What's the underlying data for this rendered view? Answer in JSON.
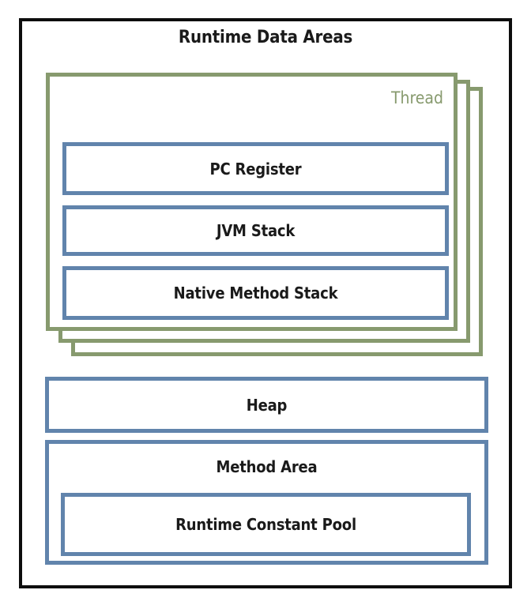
{
  "diagram": {
    "title": "Runtime Data Areas",
    "thread": {
      "label": "Thread",
      "stack_count": 3,
      "boxes": [
        {
          "label": "PC Register"
        },
        {
          "label": "JVM Stack"
        },
        {
          "label": "Native Method Stack"
        }
      ]
    },
    "shared": [
      {
        "label": "Heap"
      },
      {
        "label": "Method Area",
        "children": [
          {
            "label": "Runtime Constant Pool"
          }
        ]
      }
    ],
    "labels": {
      "pc_register": "PC Register",
      "jvm_stack": "JVM Stack",
      "native_method_stack": "Native Method Stack",
      "heap": "Heap",
      "method_area": "Method Area",
      "runtime_constant_pool": "Runtime Constant Pool"
    },
    "colors": {
      "frame": "#0d0d0d",
      "thread_border": "#879a6e",
      "thread_label": "#879a6e",
      "box_border": "#6184ac",
      "text": "#1a1a1a",
      "background": "#ffffff"
    }
  }
}
